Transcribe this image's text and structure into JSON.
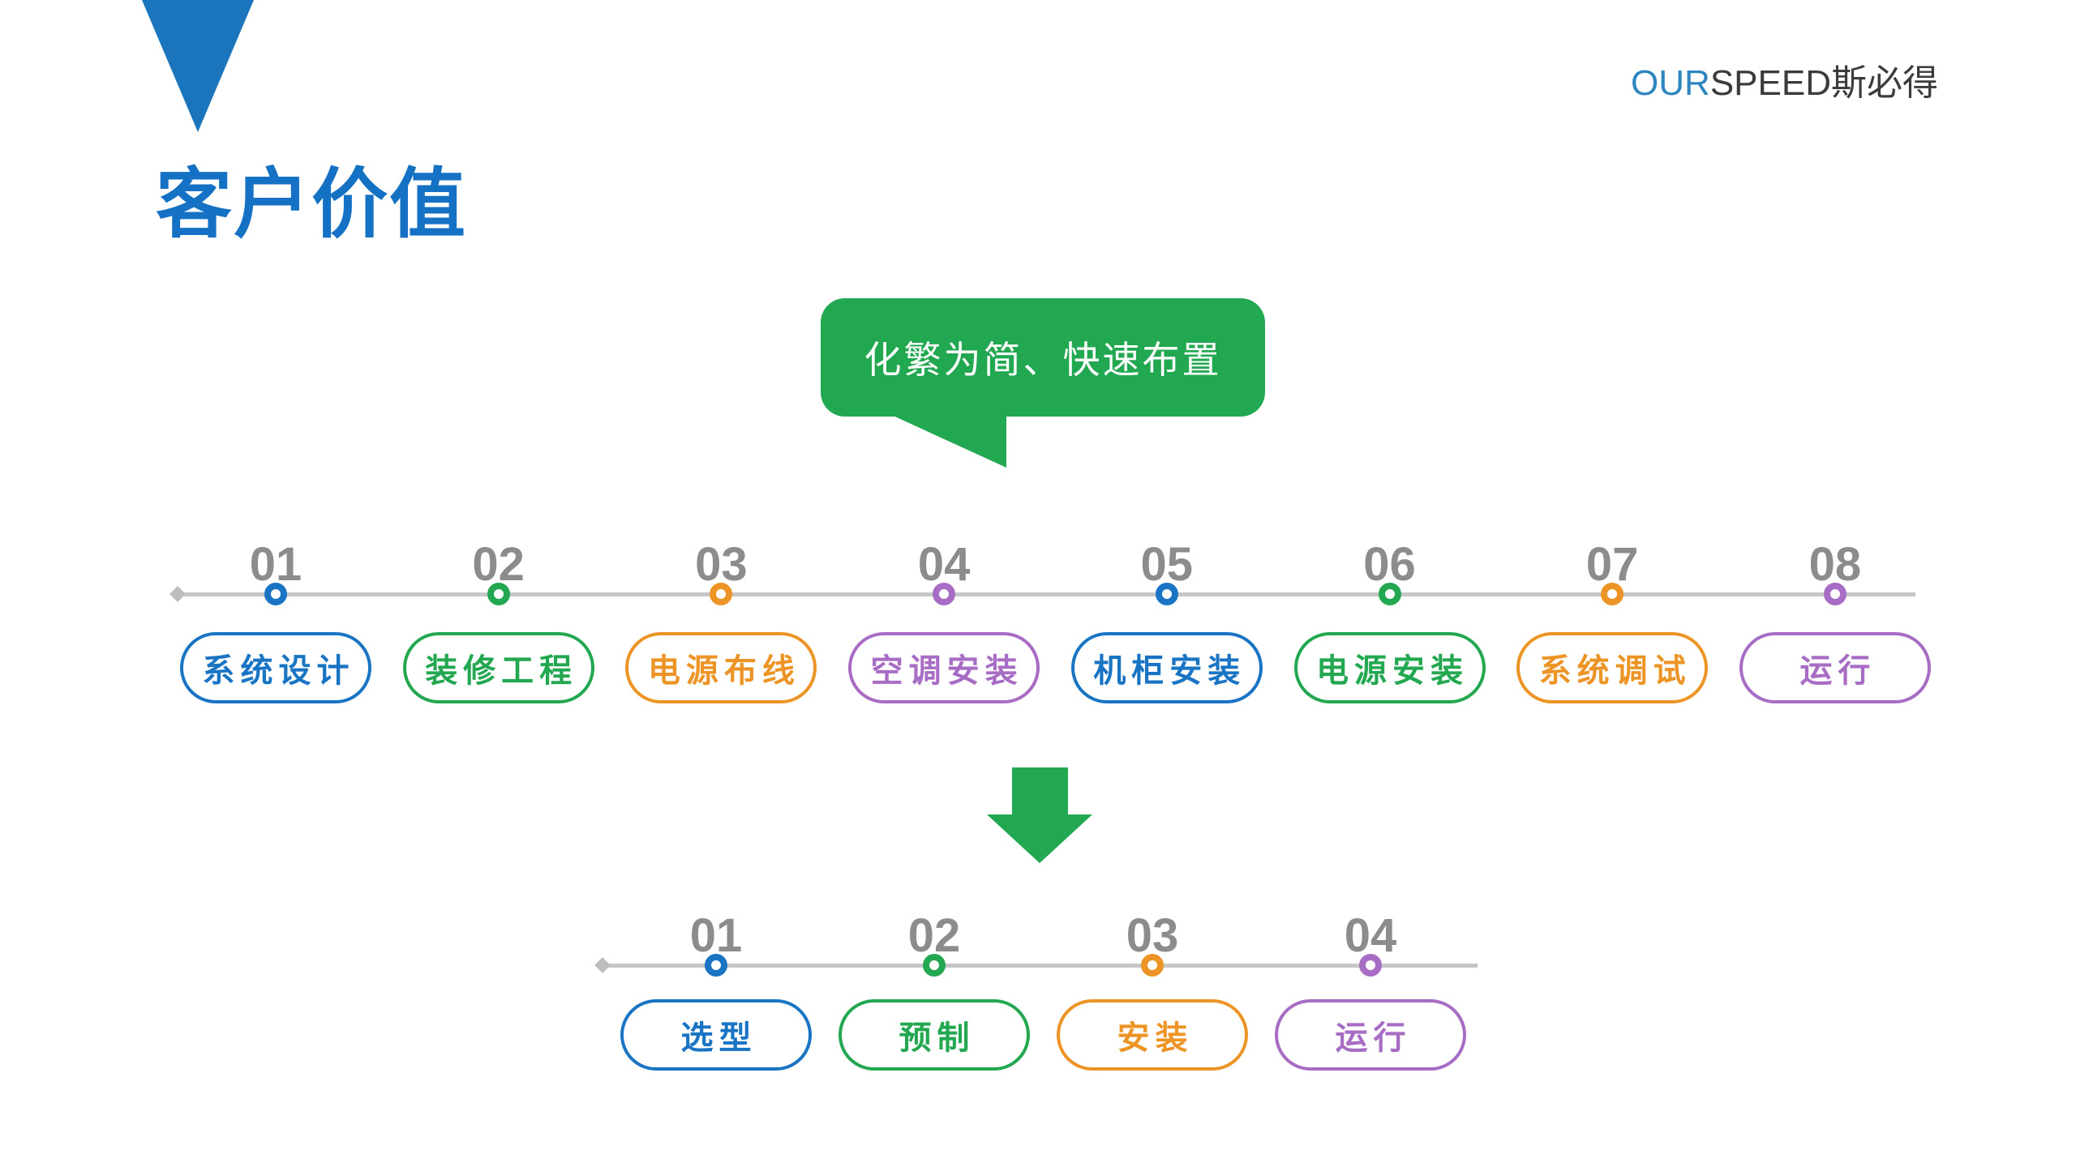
{
  "logo": {
    "text_blue": "OUR",
    "text_dark": "SPEED斯必得"
  },
  "title": "客户价值",
  "bubble": {
    "text": "化繁为简、快速布置"
  },
  "colors": {
    "title_blue": "#1571C4",
    "triangle_blue": "#1B75BC",
    "logo_blue": "#2E86C1",
    "logo_dark": "#3B3B3D",
    "bubble_green": "#22A851",
    "arrow_green": "#22A851",
    "line_gray": "#C6C6C6",
    "diamond_gray": "#BDBDBD",
    "number_gray": "#8C8C8C",
    "accents": {
      "blue": "#1A74C4",
      "green": "#23A851",
      "orange": "#EC9526",
      "purple": "#A76CC4"
    }
  },
  "timeline_top": {
    "steps": [
      {
        "num": "01",
        "label": "系统设计",
        "color": "blue"
      },
      {
        "num": "02",
        "label": "装修工程",
        "color": "green"
      },
      {
        "num": "03",
        "label": "电源布线",
        "color": "orange"
      },
      {
        "num": "04",
        "label": "空调安装",
        "color": "purple"
      },
      {
        "num": "05",
        "label": "机柜安装",
        "color": "blue"
      },
      {
        "num": "06",
        "label": "电源安装",
        "color": "green"
      },
      {
        "num": "07",
        "label": "系统调试",
        "color": "orange"
      },
      {
        "num": "08",
        "label": "运行",
        "color": "purple"
      }
    ]
  },
  "timeline_bottom": {
    "steps": [
      {
        "num": "01",
        "label": "选型",
        "color": "blue"
      },
      {
        "num": "02",
        "label": "预制",
        "color": "green"
      },
      {
        "num": "03",
        "label": "安装",
        "color": "orange"
      },
      {
        "num": "04",
        "label": "运行",
        "color": "purple"
      }
    ]
  }
}
